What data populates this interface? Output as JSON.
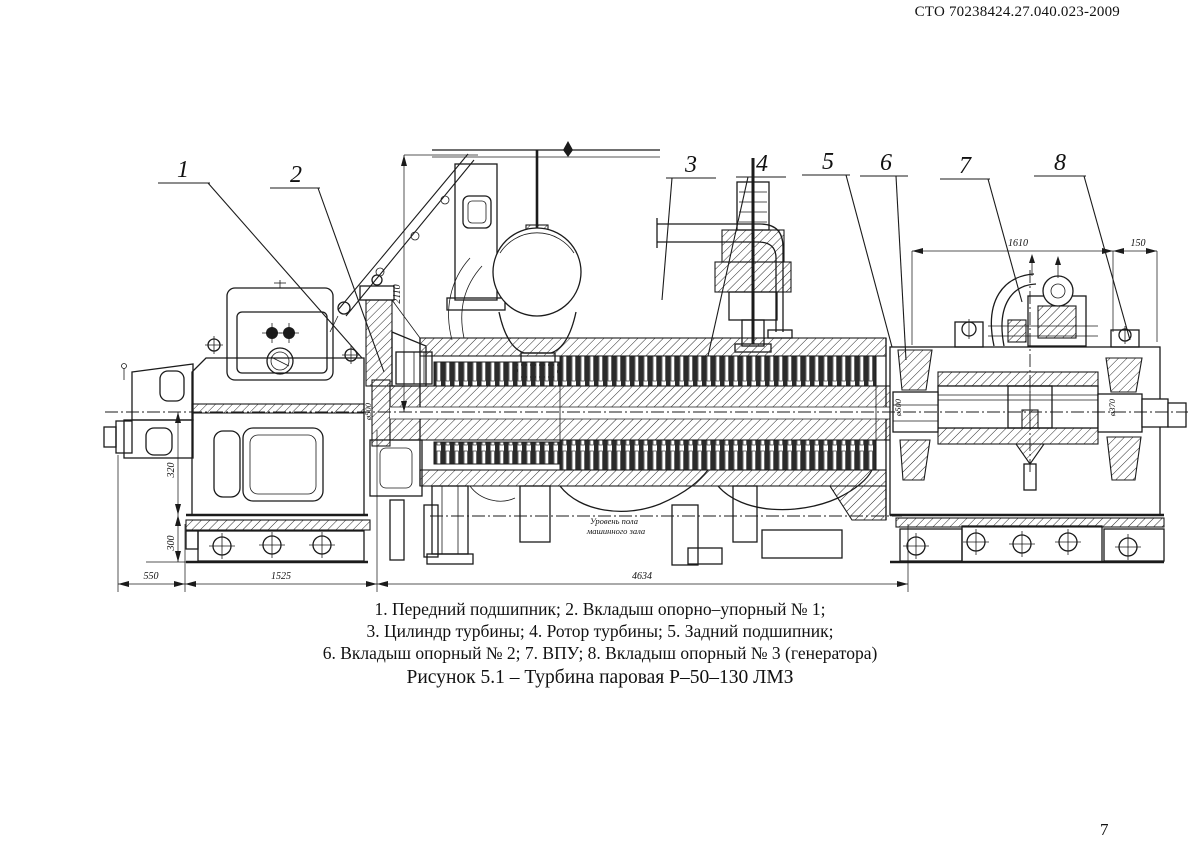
{
  "page": {
    "header": "СТО 70238424.27.040.023-2009",
    "page_number": "7"
  },
  "figure": {
    "caption_lines": [
      "1. Передний подшипник; 2. Вкладыш опорно–упорный № 1;",
      "3. Цилиндр турбины; 4. Ротор турбины; 5. Задний подшипник;",
      "6. Вкладыш опорный № 2; 7. ВПУ; 8. Вкладыш опорный № 3 (генератора)"
    ],
    "title": "Рисунок 5.1 – Турбина паровая Р–50–130 ЛМЗ",
    "callouts": [
      "1",
      "2",
      "3",
      "4",
      "5",
      "6",
      "7",
      "8"
    ],
    "dimensions": {
      "bottom_left": "550",
      "bottom_mid": "1525",
      "bottom_right": "4634",
      "top_right_a": "1610",
      "top_right_b": "150",
      "height_valve": "2110",
      "height_axis": "320",
      "height_base": "300",
      "dia_coupling": "ø500",
      "dia_generator": "ø370"
    },
    "floor_label_line1": "Уровень пола",
    "floor_label_line2": "машинного зала"
  }
}
